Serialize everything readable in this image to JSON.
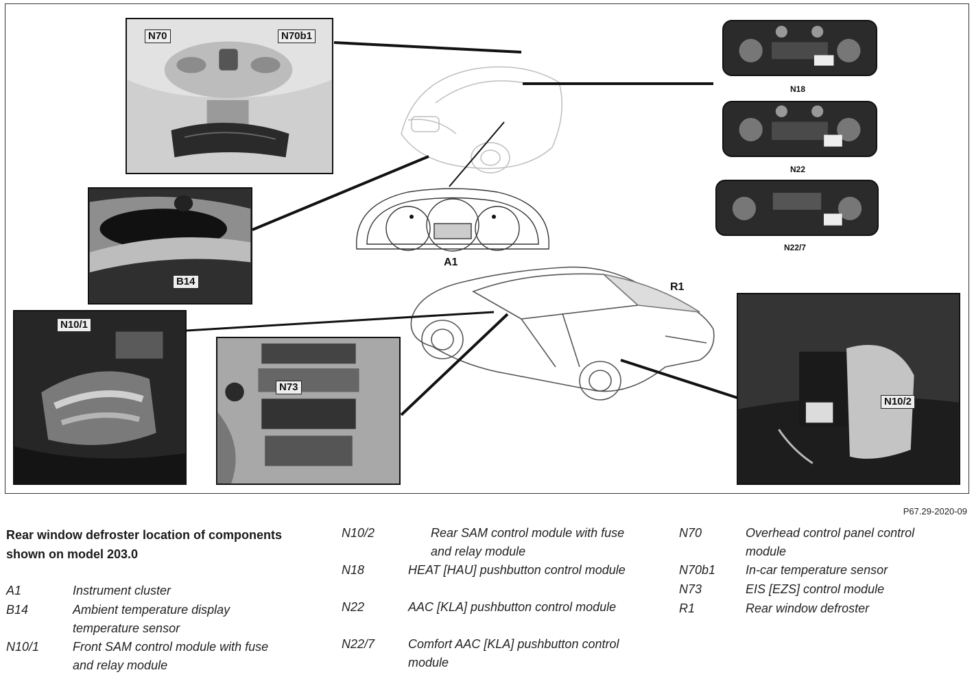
{
  "diagram": {
    "callouts": {
      "n70": "N70",
      "n70b1": "N70b1",
      "n18": "N18",
      "n22": "N22",
      "n22_7": "N22/7",
      "b14": "B14",
      "a1": "A1",
      "r1": "R1",
      "n10_1": "N10/1",
      "n73": "N73",
      "n10_2": "N10/2"
    },
    "figure_id": "P67.29-2020-09"
  },
  "caption": {
    "title": "Rear window defroster location of components shown on model 203.0",
    "legend": [
      {
        "code": "A1",
        "desc": "Instrument cluster"
      },
      {
        "code": "B14",
        "desc": "Ambient temperature display temperature sensor"
      },
      {
        "code": "N10/1",
        "desc": "Front SAM control module with fuse and relay module"
      },
      {
        "code": "N10/2",
        "desc": "Rear SAM control module with fuse and relay module"
      },
      {
        "code": "N18",
        "desc": "HEAT [HAU] pushbutton control module"
      },
      {
        "code": "N22",
        "desc": "AAC [KLA] pushbutton control module"
      },
      {
        "code": "N22/7",
        "desc": "Comfort AAC [KLA] pushbutton control module"
      },
      {
        "code": "N70",
        "desc": "Overhead control panel control module"
      },
      {
        "code": "N70b1",
        "desc": "In-car temperature sensor"
      },
      {
        "code": "N73",
        "desc": "EIS [EZS] control module"
      },
      {
        "code": "R1",
        "desc": "Rear window defroster"
      }
    ]
  }
}
